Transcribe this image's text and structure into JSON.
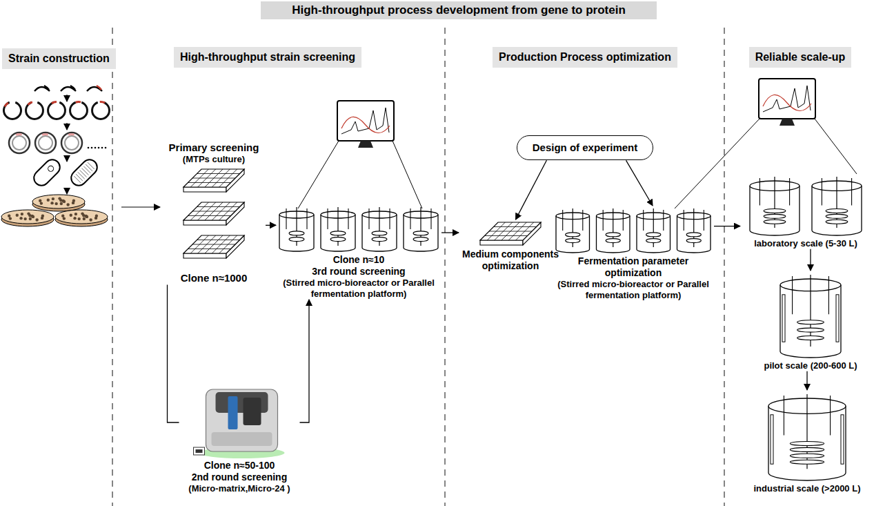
{
  "diagram": {
    "title": "High-throughput process development from gene to protein",
    "nodes": [
      {
        "text": [
          "Strain construction"
        ]
      },
      {
        "text": [
          "High-throughput strain screening"
        ]
      },
      {
        "text": [
          "Production Process optimization"
        ]
      },
      {
        "text": [
          "Reliable scale-up"
        ]
      },
      {
        "text": [
          "Primary screening",
          "(MTPs culture)",
          "Clone n≈1000"
        ]
      },
      {
        "text": [
          "Clone n≈50-100",
          "2nd round screening",
          "(Micro-matrix,Micro-24 )"
        ]
      },
      {
        "text": [
          "Clone n≈10",
          "3rd round screening",
          "(Stirred micro-bioreactor or Parallel fermentation platform)"
        ]
      },
      {
        "text": [
          "Design of experiment"
        ]
      },
      {
        "text": [
          "Medium components optimization"
        ]
      },
      {
        "text": [
          "Fermentation parameter optimization",
          "(Stirred micro-bioreactor or Parallel fermentation platform)"
        ]
      },
      {
        "text": [
          "laboratory scale (5-30 L)"
        ]
      },
      {
        "text": [
          "pilot scale (200-600 L)"
        ]
      },
      {
        "text": [
          "industrial scale (>2000 L)"
        ]
      }
    ],
    "edges": [
      {
        "from": 4,
        "to": 5,
        "arrow": "none"
      },
      {
        "from": 5,
        "to": 6,
        "arrow": "to"
      },
      {
        "from": 4,
        "to": 6,
        "arrow": "to"
      },
      {
        "from": 6,
        "to": 8,
        "arrow": "to"
      },
      {
        "from": 7,
        "to": 8,
        "arrow": "to"
      },
      {
        "from": 7,
        "to": 9,
        "arrow": "to"
      },
      {
        "from": 9,
        "to": 10,
        "arrow": "to"
      },
      {
        "from": 10,
        "to": 11,
        "arrow": "to"
      },
      {
        "from": 11,
        "to": 12,
        "arrow": "to"
      }
    ]
  }
}
